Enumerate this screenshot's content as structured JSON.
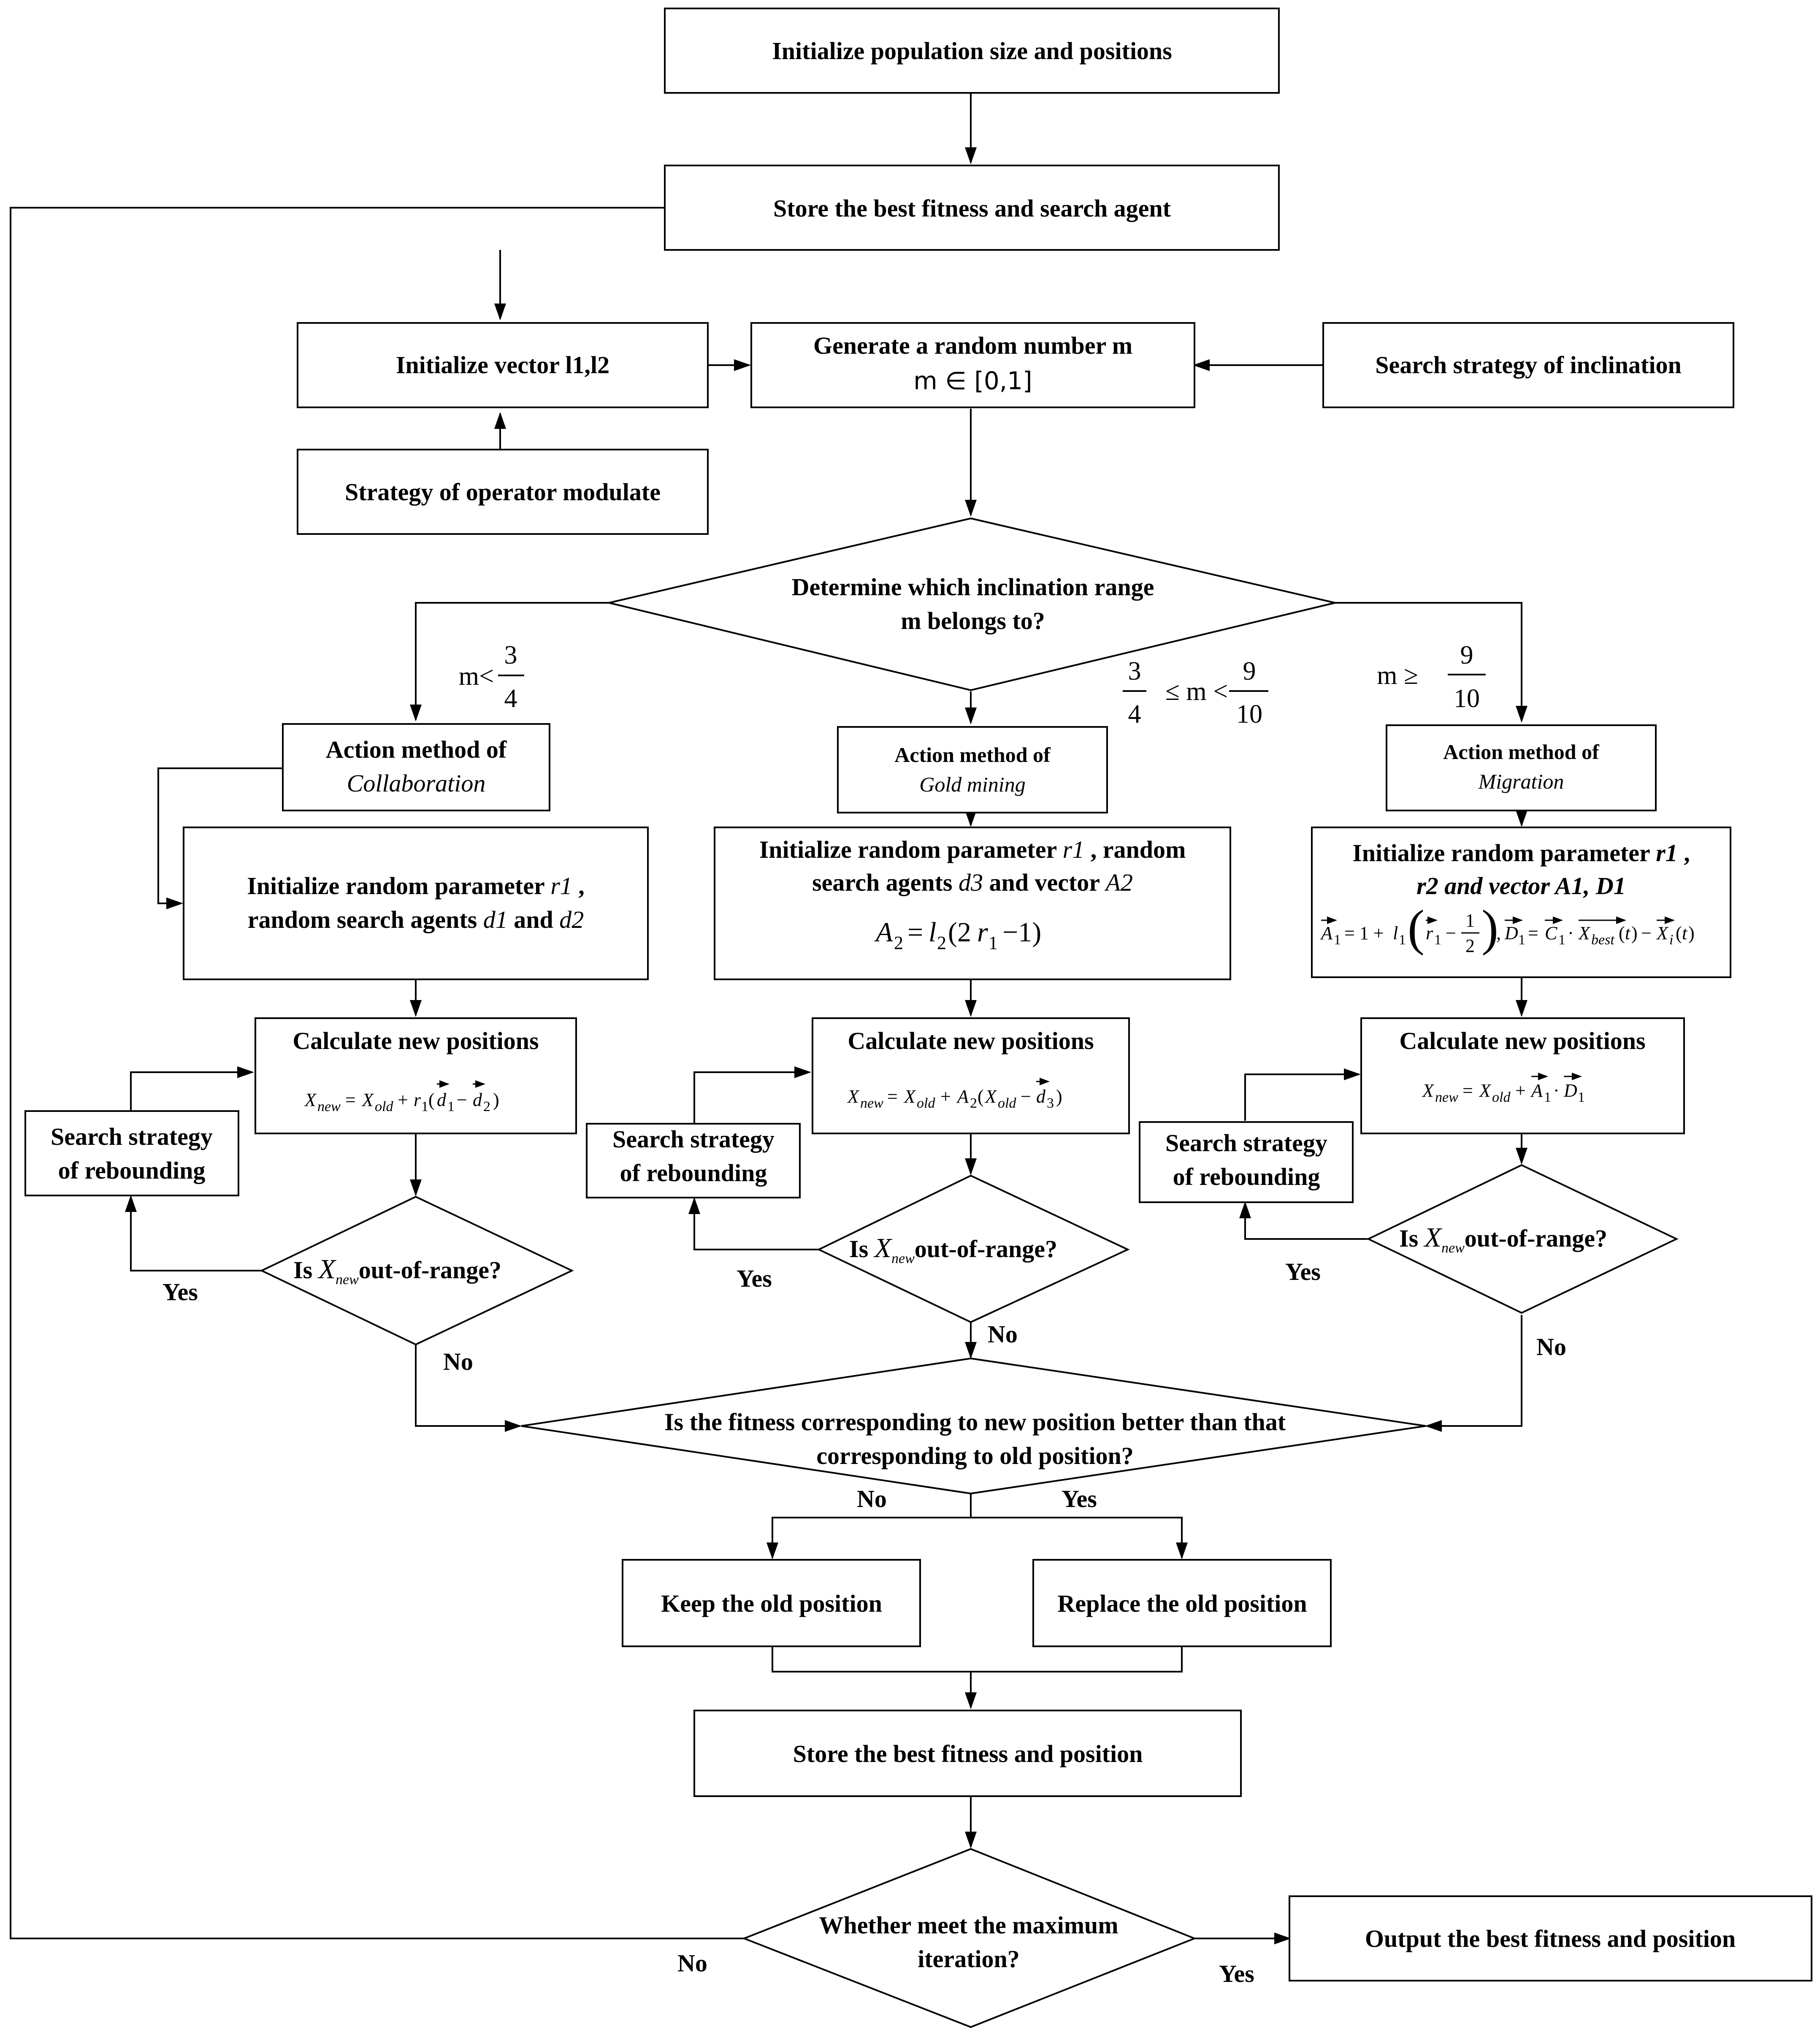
{
  "nodes": {
    "init_population": "Initialize population size and positions",
    "store_best_agent": "Store the best fitness and search agent",
    "init_vector": "Initialize vector l1,l2",
    "operator_modulate": "Strategy of operator modulate",
    "generate_random": "Generate a random number m",
    "generate_random_range": "m ∈ [0,1]",
    "inclination_strategy": "Search strategy of inclination",
    "determine_range_line1": "Determine which inclination range",
    "determine_range_line2": "m belongs to?",
    "collab_action_line1": "Action method of",
    "collab_action_line2": "Collaboration",
    "gold_action_line1": "Action method of",
    "gold_action_line2": "Gold mining",
    "migration_action_line1": "Action method of",
    "migration_action_line2": "Migration",
    "collab_init_line1_a": "Initialize random parameter ",
    "collab_init_line1_b": "r1",
    "collab_init_line1_c": " ,",
    "collab_init_line2_a": "random search agents ",
    "collab_init_line2_b": "d1",
    "collab_init_line2_c": " and ",
    "collab_init_line2_d": "d2",
    "gold_init_line1_a": "Initialize random parameter ",
    "gold_init_line1_b": "r1",
    "gold_init_line1_c": " , random",
    "gold_init_line2_a": "search agents ",
    "gold_init_line2_b": "d3",
    "gold_init_line2_c": " and vector ",
    "gold_init_line2_d": "A2",
    "migration_init_line1_a": "Initialize random parameter ",
    "migration_init_line1_b": "r1",
    "migration_init_line1_c": " ,",
    "migration_init_line2": "r2 and vector A1, D1",
    "calc_title": "Calculate new positions",
    "rebound_line1": "Search strategy",
    "rebound_line2": "of rebounding",
    "out_of_range_is": "Is ",
    "out_of_range_rest": "out-of-range?",
    "fitness_line1": "Is the fitness corresponding to new position better than that",
    "fitness_line2": "corresponding to old position?",
    "keep_old": "Keep the old position",
    "replace_old": "Replace the old position",
    "store_best_position": "Store the best fitness and position",
    "max_iter_line1": "Whether meet the maximum",
    "max_iter_line2": "iteration?",
    "output_best": "Output the best fitness and position"
  },
  "formulas": {
    "gold_A2": "A₂ = l₂(2r₁ − 1)",
    "migration_A1_D1": "A₁ = 1 + l₁(r₁ − ½), D₁ = C₁ · X_best(t) − X_i(t)",
    "collab_update": "X_new = X_old + r₁(d₁ − d₂)",
    "gold_update": "X_new = X_old + A₂(X_old − d₃)",
    "migration_update": "X_new = X_old + A₁ · D₁"
  },
  "conditions": {
    "collab_lhs": "m<",
    "collab_num": "3",
    "collab_den": "4",
    "gold_num1": "3",
    "gold_den1": "4",
    "gold_mid": "≤ m <",
    "gold_num2": "9",
    "gold_den2": "10",
    "migration_lhs": "m ≥",
    "migration_num": "9",
    "migration_den": "10"
  },
  "edge_labels": {
    "yes": "Yes",
    "no": "No"
  }
}
